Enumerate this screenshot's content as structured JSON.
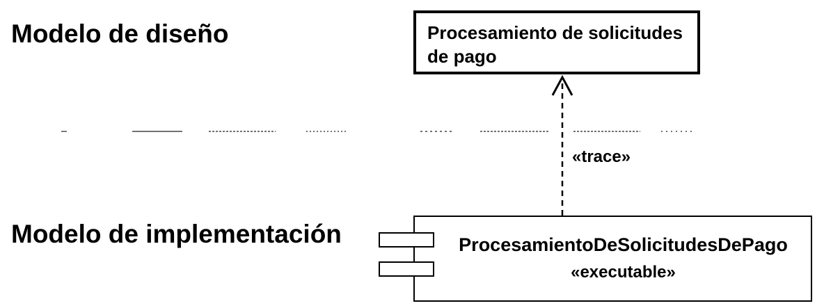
{
  "layers": {
    "design_label": "Modelo de diseño",
    "implementation_label": "Modelo de implementación"
  },
  "design_element": {
    "name": "Procesamiento de solicitudes de pago"
  },
  "implementation_component": {
    "name": "ProcesamientoDeSolicitudesDePago",
    "stereotype": "«executable»"
  },
  "dependency": {
    "label": "«trace»"
  }
}
